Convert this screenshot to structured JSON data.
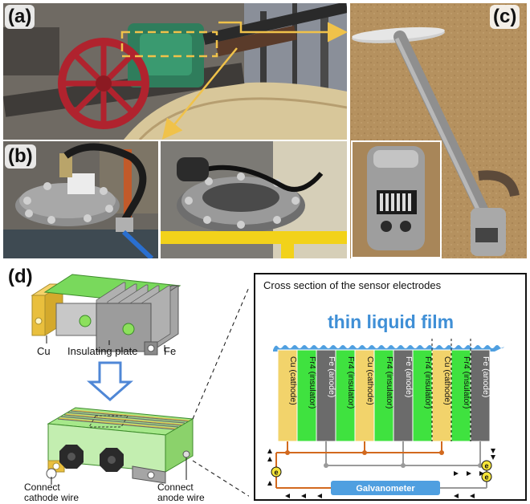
{
  "panels": {
    "a": "(a)",
    "b": "(b)",
    "c": "(c)",
    "d": "(d)"
  },
  "diagram": {
    "top_labels": {
      "cu": "Cu",
      "insulating_plate": "Insulating plate",
      "fe": "Fe"
    },
    "bottom_labels": {
      "cathode_wire": [
        "Connect",
        "cathode wire"
      ],
      "anode_wire": [
        "Connect",
        "anode wire"
      ]
    }
  },
  "cross_section": {
    "title": "Cross section of the sensor electrodes",
    "film_label": "thin liquid film",
    "electrodes": [
      {
        "label": "Cu (cathode)",
        "type": "cathode"
      },
      {
        "label": "Fr4 (insulator)",
        "type": "insulator"
      },
      {
        "label": "Fe (anode)",
        "type": "anode"
      },
      {
        "label": "Fr4 (insulator)",
        "type": "insulator"
      },
      {
        "label": "Cu (cathode)",
        "type": "cathode"
      },
      {
        "label": "Fr4 (insulator)",
        "type": "insulator"
      },
      {
        "label": "Fe (anode)",
        "type": "anode"
      },
      {
        "label": "Fr4 (insulator)",
        "type": "insulator"
      },
      {
        "label": "Cu (cathode)",
        "type": "cathode"
      },
      {
        "label": "Fr4 (insulator)",
        "type": "insulator"
      },
      {
        "label": "Fe (anode)",
        "type": "anode"
      }
    ],
    "galvanometer_label": "Galvanometer",
    "electron_label": "e"
  },
  "colors": {
    "cathode": "#f2d36b",
    "insulator": "#3fe23f",
    "anode": "#6b6b6b",
    "film": "#4f9fe0",
    "film_text": "#3f8fd6",
    "cathode_wire": "#d2691e",
    "anode_wire": "#9a9a9a",
    "galvanometer": "#4f9fe0",
    "arrow_callout": "#f0c24a",
    "down_arrow": "#4f87d6"
  }
}
